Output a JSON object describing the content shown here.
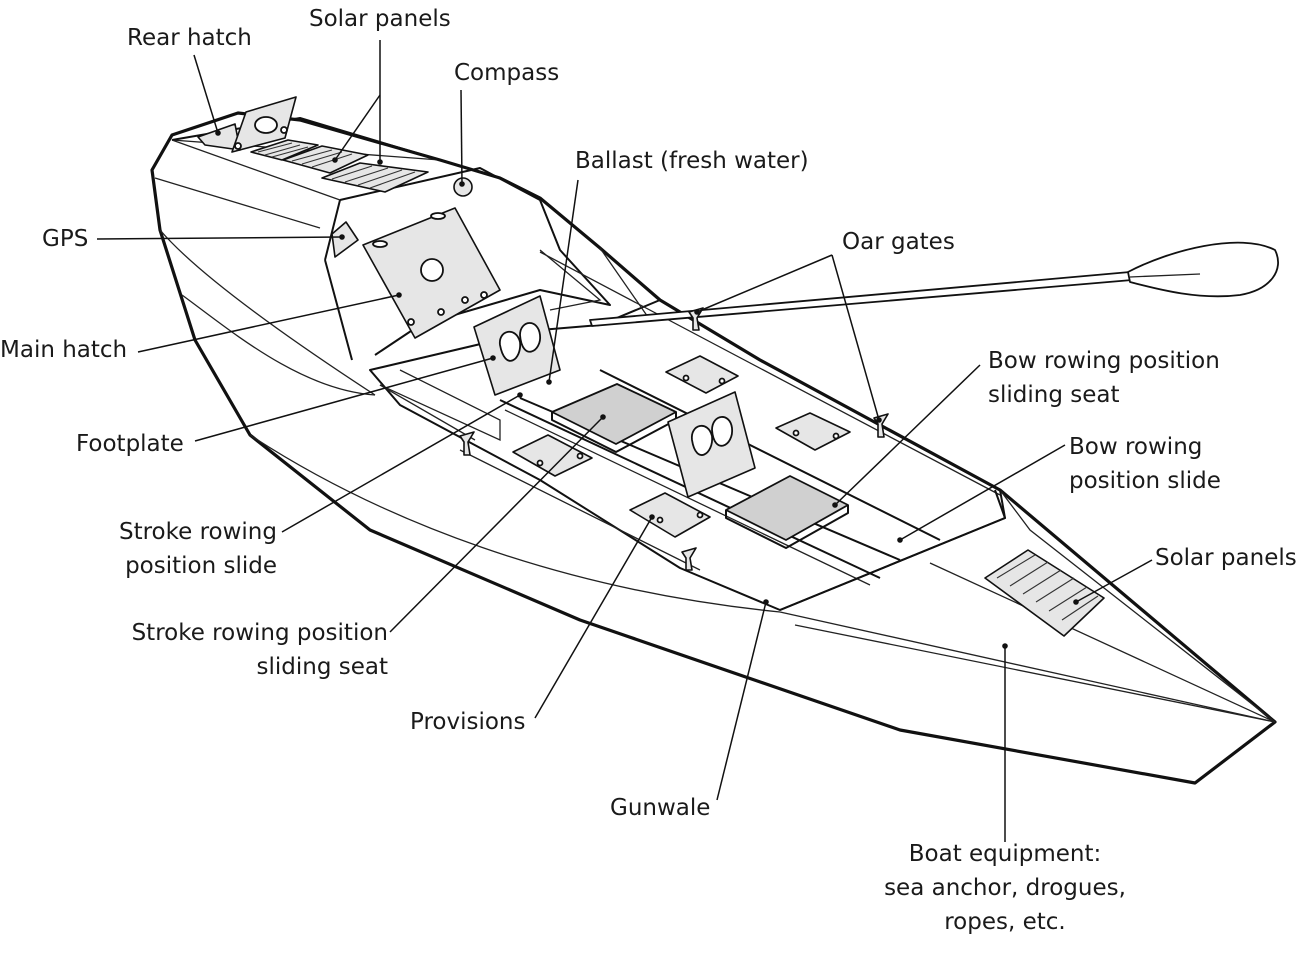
{
  "labels": {
    "rear_hatch": "Rear hatch",
    "solar_panels_top": "Solar panels",
    "compass": "Compass",
    "ballast": "Ballast (fresh water)",
    "oar_gates": "Oar gates",
    "gps": "GPS",
    "main_hatch": "Main hatch",
    "bow_seat_1": "Bow rowing position",
    "bow_seat_2": "sliding seat",
    "bow_slide_1": "Bow rowing",
    "bow_slide_2": "position slide",
    "footplate": "Footplate",
    "solar_panels_bow": "Solar panels",
    "stroke_slide_1": "Stroke rowing",
    "stroke_slide_2": "position slide",
    "stroke_seat_1": "Stroke rowing position",
    "stroke_seat_2": "sliding seat",
    "provisions": "Provisions",
    "gunwale": "Gunwale",
    "equipment_1": "Boat equipment:",
    "equipment_2": "sea anchor, drogues,",
    "equipment_3": "ropes, etc."
  }
}
